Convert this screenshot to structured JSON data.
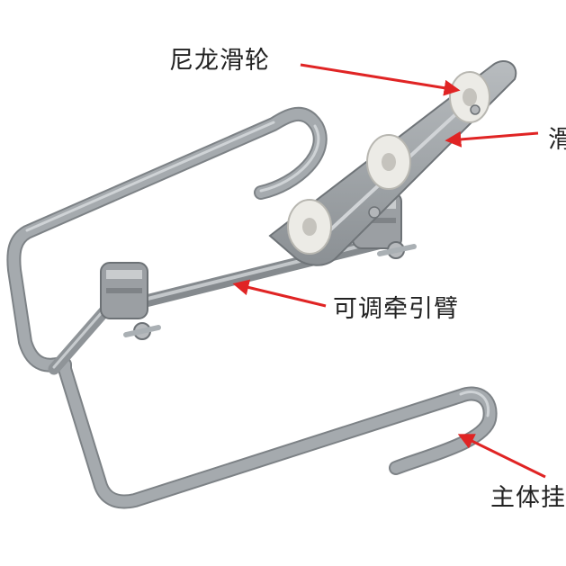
{
  "labels": [
    {
      "text": "尼龙滑轮"
    },
    {
      "text": "滑"
    },
    {
      "text": "可调牵引臂"
    },
    {
      "text": "主体挂"
    }
  ],
  "colors": {
    "frame": "#9ea3a7",
    "frame_shadow": "#7d8286",
    "frame_highlight": "#c9cdd0",
    "pulley": "#ecebe6",
    "arrow": "#e02424",
    "label_text": "#222222"
  },
  "icons": [
    "arrow-icon"
  ]
}
